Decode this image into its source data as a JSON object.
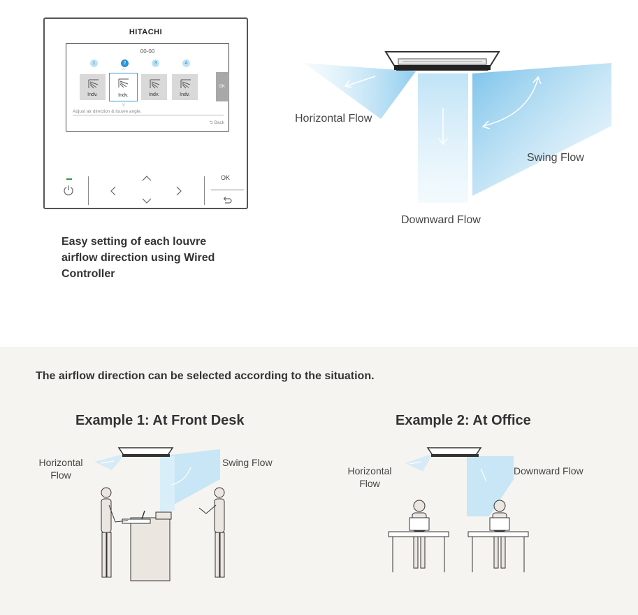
{
  "controller": {
    "brand": "HITACHI",
    "screen_time": "00-00",
    "steps": [
      "1",
      "2",
      "3",
      "4"
    ],
    "tiles": [
      "Indv.",
      "Indv.",
      "Indv.",
      "Indv."
    ],
    "ok_key": "OK",
    "hint": "Adjust air direction & louvre angle.",
    "back": "⮌ Back",
    "ok_label": "OK"
  },
  "caption": "Easy setting of each louvre airflow direction using Wired Controller",
  "flows": {
    "horizontal": "Horizontal Flow",
    "swing": "Swing Flow",
    "downward": "Downward Flow"
  },
  "lower": {
    "heading": "The airflow direction can be selected according to the situation.",
    "example1": {
      "title": "Example 1: At Front Desk",
      "horizontal_line1": "Horizontal",
      "horizontal_line2": "Flow",
      "swing": "Swing Flow"
    },
    "example2": {
      "title": "Example 2: At Office",
      "horizontal_line1": "Horizontal",
      "horizontal_line2": "Flow",
      "downward": "Downward Flow"
    }
  },
  "colors": {
    "air_light": "#dff1fb",
    "air_mid": "#9fd4f0",
    "accent": "#2a93d5",
    "power_led": "#2e9b3b",
    "lower_bg": "#f5f4f0"
  }
}
